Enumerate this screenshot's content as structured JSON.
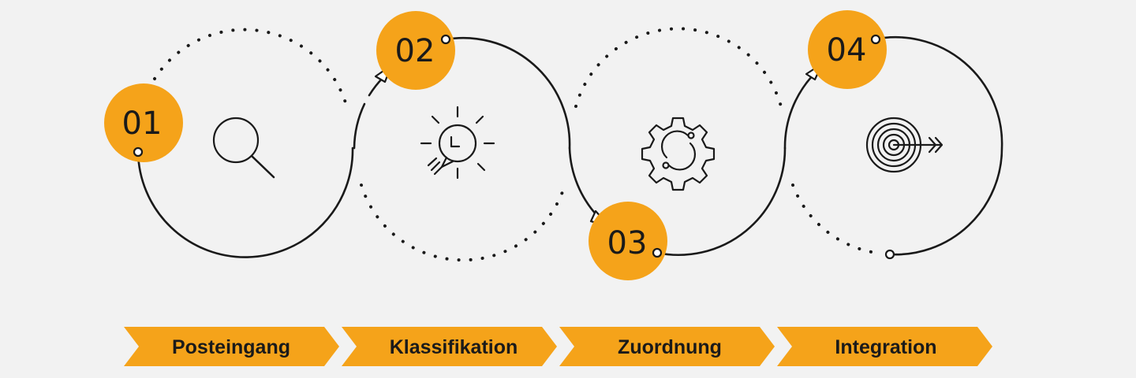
{
  "colors": {
    "background": "#f2f2f2",
    "accent": "#f5a31a",
    "line": "#1a1a1a"
  },
  "steps": [
    {
      "number": "01",
      "label": "Posteingang",
      "icon": "magnifier-icon"
    },
    {
      "number": "02",
      "label": "Klassifikation",
      "icon": "lightbulb-clock-icon"
    },
    {
      "number": "03",
      "label": "Zuordnung",
      "icon": "gear-icon"
    },
    {
      "number": "04",
      "label": "Integration",
      "icon": "target-arrow-icon"
    }
  ]
}
